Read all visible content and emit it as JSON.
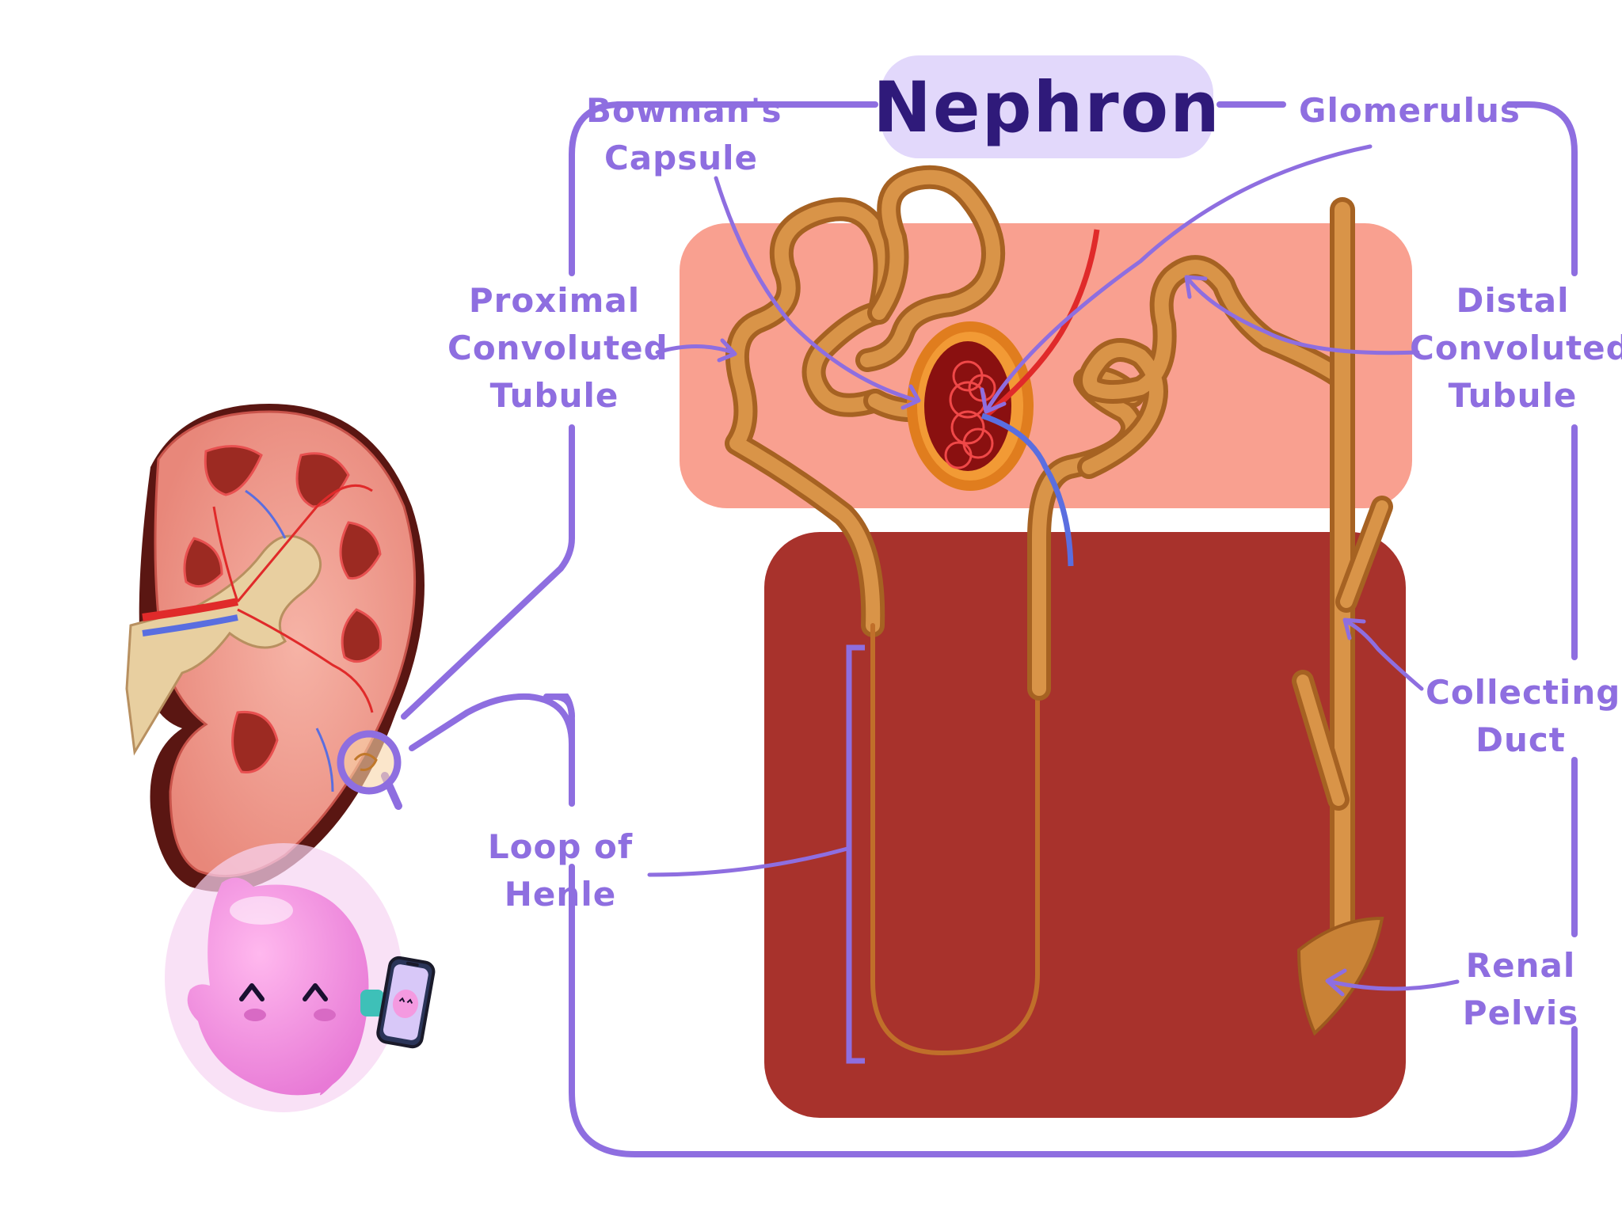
{
  "title": "Nephron",
  "labels": {
    "bowmans_capsule": [
      "Bowman's",
      "Capsule"
    ],
    "glomerulus": [
      "Glomerulus"
    ],
    "proximal_convoluted_tubule": [
      "Proximal",
      "Convoluted",
      "Tubule"
    ],
    "distal_convoluted_tubule": [
      "Distal",
      "Convoluted",
      "Tubule"
    ],
    "collecting_duct": [
      "Collecting",
      "Duct"
    ],
    "loop_of_henle": [
      "Loop of",
      "Henle"
    ],
    "renal_pelvis": [
      "Renal",
      "Pelvis"
    ]
  },
  "colors": {
    "frame": "#8e6ee0",
    "label": "#8e6ee0",
    "title_text": "#2f1a7a",
    "title_bg": "#e2d8fb",
    "cortex": "#f9a090",
    "medulla": "#a8322c",
    "tubule": "#d08a3a",
    "artery": "#e02a2a",
    "vein": "#5a6ee0"
  },
  "icons": {
    "kidney": "kidney-cross-section-icon",
    "magnifier": "magnifier-icon",
    "mascot": "pink-blob-mascot-icon",
    "phone": "phone-icon"
  }
}
